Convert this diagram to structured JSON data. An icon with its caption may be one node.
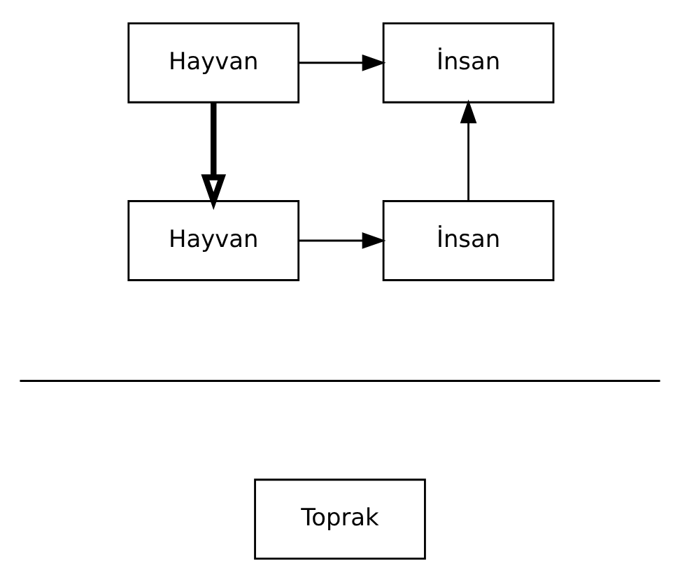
{
  "diagram": {
    "nodes": [
      {
        "text": [
          "Hayvan"
        ]
      },
      {
        "text": [
          "İnsan"
        ]
      },
      {
        "text": [
          "Hayvan"
        ]
      },
      {
        "text": [
          "İnsan"
        ]
      },
      {
        "text": [
          "Toprak"
        ]
      }
    ],
    "edges": [
      {
        "from": 0,
        "to": 1,
        "arrow": "to"
      },
      {
        "from": 0,
        "to": 2,
        "arrow": "to",
        "style": "thick"
      },
      {
        "from": 2,
        "to": 3,
        "arrow": "to"
      },
      {
        "from": 3,
        "to": 1,
        "arrow": "to"
      }
    ]
  }
}
